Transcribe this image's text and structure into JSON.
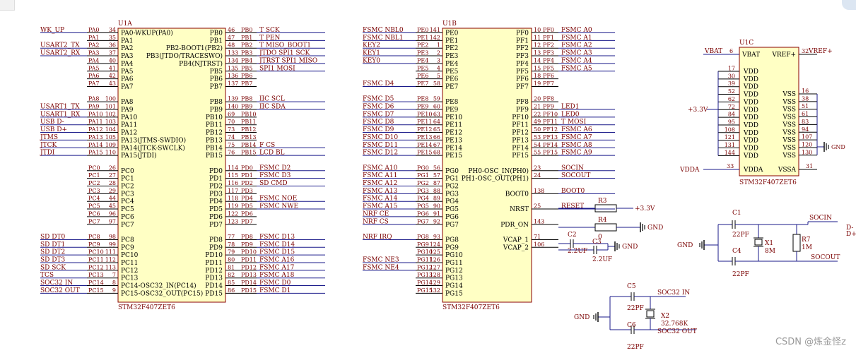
{
  "u1a": {
    "ref": "U1A",
    "part": "STM32F407ZET6",
    "left": [
      {
        "net": "WK_UP",
        "pin": "PA0",
        "num": "34",
        "name": "PA0-WKUP(PA0)"
      },
      {
        "net": "",
        "pin": "PA1",
        "num": "35",
        "name": "PA1"
      },
      {
        "net": "USART2_TX",
        "pin": "PA2",
        "num": "36",
        "name": "PA2"
      },
      {
        "net": "USART2_RX",
        "pin": "PA3",
        "num": "37",
        "name": "PA3"
      },
      {
        "net": "",
        "pin": "PA4",
        "num": "40",
        "name": "PA4"
      },
      {
        "net": "",
        "pin": "PA5",
        "num": "41",
        "name": "PA5"
      },
      {
        "net": "",
        "pin": "PA6",
        "num": "42",
        "name": "PA6"
      },
      {
        "net": "",
        "pin": "PA7",
        "num": "43",
        "name": "PA7"
      },
      null,
      {
        "net": "",
        "pin": "PA8",
        "num": "100",
        "name": "PA8"
      },
      {
        "net": "USART1_TX",
        "pin": "PA9",
        "num": "101",
        "name": "PA9"
      },
      {
        "net": "USART1_RX",
        "pin": "PA10",
        "num": "102",
        "name": "PA10"
      },
      {
        "net": "USB D-",
        "pin": "PA11",
        "num": "103",
        "name": "PA11"
      },
      {
        "net": "USB D+",
        "pin": "PA12",
        "num": "104",
        "name": "PA12"
      },
      {
        "net": "JTMS",
        "pin": "PA13",
        "num": "105",
        "name": "PA13(JTMS-SWDIO)"
      },
      {
        "net": "JTCK",
        "pin": "PA14",
        "num": "109",
        "name": "PA14(JTCK-SWCLK)"
      },
      {
        "net": "JTDI",
        "pin": "PA15",
        "num": "110",
        "name": "PA15(JTDI)"
      },
      null,
      {
        "net": "",
        "pin": "PC0",
        "num": "26",
        "name": "PC0"
      },
      {
        "net": "",
        "pin": "PC1",
        "num": "27",
        "name": "PC1"
      },
      {
        "net": "",
        "pin": "PC2",
        "num": "28",
        "name": "PC2"
      },
      {
        "net": "",
        "pin": "PC3",
        "num": "29",
        "name": "PC3"
      },
      {
        "net": "",
        "pin": "PC4",
        "num": "44",
        "name": "PC4"
      },
      {
        "net": "",
        "pin": "PC5",
        "num": "45",
        "name": "PC5"
      },
      {
        "net": "",
        "pin": "PC6",
        "num": "96",
        "name": "PC6"
      },
      {
        "net": "",
        "pin": "PC7",
        "num": "97",
        "name": "PC7"
      },
      null,
      {
        "net": "SD DT0",
        "pin": "PC8",
        "num": "98",
        "name": "PC8"
      },
      {
        "net": "SD DT1",
        "pin": "PC9",
        "num": "99",
        "name": "PC9"
      },
      {
        "net": "SD DT2",
        "pin": "PC10",
        "num": "111",
        "name": "PC10"
      },
      {
        "net": "SD DT3",
        "pin": "PC11",
        "num": "112",
        "name": "PC11"
      },
      {
        "net": "SD SCK",
        "pin": "PC12",
        "num": "113",
        "name": "PC12"
      },
      {
        "net": "TCS",
        "pin": "PC13",
        "num": "7",
        "name": "PC13"
      },
      {
        "net": "SOC32 IN",
        "pin": "PC14",
        "num": "8",
        "name": "PC14-OSC32_IN(PC14)"
      },
      {
        "net": "SOC32 OUT",
        "pin": "PC15",
        "num": "9",
        "name": "PC15-OSC32_OUT(PC15)"
      }
    ],
    "right": [
      {
        "name": "PB0",
        "num": "46",
        "pin": "PB0",
        "net": "T SCK"
      },
      {
        "name": "PB1",
        "num": "47",
        "pin": "PB1",
        "net": "T PEN"
      },
      {
        "name": "PB2-BOOT1(PB2)",
        "num": "48",
        "pin": "PB2",
        "net": "T MISO_BOOT1"
      },
      {
        "name": "PB3(JTDO/TRACESWO)",
        "num": "133",
        "pin": "PB3",
        "net": "JTDO  SPI1 SCK"
      },
      {
        "name": "PB4(NJTRST)",
        "num": "134",
        "pin": "PB4",
        "net": "JTRST  SPI1 MISO"
      },
      {
        "name": "PB5",
        "num": "135",
        "pin": "PB5",
        "net": "SPI1 MOSI"
      },
      {
        "name": "PB6",
        "num": "136",
        "pin": "PB6",
        "net": ""
      },
      {
        "name": "PB7",
        "num": "137",
        "pin": "PB7",
        "net": ""
      },
      null,
      {
        "name": "PB8",
        "num": "139",
        "pin": "PB8",
        "net": "IIC SCL"
      },
      {
        "name": "PB9",
        "num": "140",
        "pin": "PB9",
        "net": "IIC SDA"
      },
      {
        "name": "PB10",
        "num": "69",
        "pin": "PB10",
        "net": ""
      },
      {
        "name": "PB11",
        "num": "70",
        "pin": "PB11",
        "net": ""
      },
      {
        "name": "PB12",
        "num": "73",
        "pin": "PB12",
        "net": ""
      },
      {
        "name": "PB13",
        "num": "74",
        "pin": "PB13",
        "net": ""
      },
      {
        "name": "PB14",
        "num": "75",
        "pin": "PB14",
        "net": "F CS"
      },
      {
        "name": "PB15",
        "num": "76",
        "pin": "PB15",
        "net": "LCD BL"
      },
      null,
      {
        "name": "PD0",
        "num": "114",
        "pin": "PD0",
        "net": "FSMC D2"
      },
      {
        "name": "PD1",
        "num": "115",
        "pin": "PD1",
        "net": "FSMC D3"
      },
      {
        "name": "PD2",
        "num": "116",
        "pin": "PD2",
        "net": "SD CMD"
      },
      {
        "name": "PD3",
        "num": "117",
        "pin": "PD3",
        "net": ""
      },
      {
        "name": "PD4",
        "num": "118",
        "pin": "PD4",
        "net": "FSMC NOE"
      },
      {
        "name": "PD5",
        "num": "119",
        "pin": "PD5",
        "net": "FSMC NWE"
      },
      {
        "name": "PD6",
        "num": "122",
        "pin": "PD6",
        "net": ""
      },
      {
        "name": "PD7",
        "num": "123",
        "pin": "PD7",
        "net": ""
      },
      null,
      {
        "name": "PD8",
        "num": "77",
        "pin": "PD8",
        "net": "FSMC D13"
      },
      {
        "name": "PD9",
        "num": "78",
        "pin": "PD9",
        "net": "FSMC D14"
      },
      {
        "name": "PD10",
        "num": "79",
        "pin": "PD10",
        "net": "FSMC D15"
      },
      {
        "name": "PD11",
        "num": "80",
        "pin": "PD11",
        "net": "FSMC A16"
      },
      {
        "name": "PD12",
        "num": "81",
        "pin": "PD12",
        "net": "FSMC A17"
      },
      {
        "name": "PD13",
        "num": "82",
        "pin": "PD13",
        "net": "FSMC A18"
      },
      {
        "name": "PD14",
        "num": "85",
        "pin": "PD14",
        "net": "FSMC D0"
      },
      {
        "name": "PD15",
        "num": "86",
        "pin": "PD15",
        "net": "FSMC D1"
      }
    ]
  },
  "u1b": {
    "ref": "U1B",
    "part": "STM32F407ZET6",
    "left": [
      {
        "net": "FSMC NBL0",
        "pin": "PE0",
        "num": "141",
        "name": "PE0"
      },
      {
        "net": "FSMC NBL1",
        "pin": "PE1",
        "num": "142",
        "name": "PE1"
      },
      {
        "net": "KEY2",
        "pin": "PE2",
        "num": "1",
        "name": "PE2"
      },
      {
        "net": "KEY1",
        "pin": "PE3",
        "num": "2",
        "name": "PE3"
      },
      {
        "net": "KEY0",
        "pin": "PE4",
        "num": "3",
        "name": "PE4"
      },
      {
        "net": "",
        "pin": "PE5",
        "num": "4",
        "name": "PE5"
      },
      {
        "net": "",
        "pin": "PE6",
        "num": "5",
        "name": "PE6"
      },
      {
        "net": "FSMC D4",
        "pin": "PE7",
        "num": "58",
        "name": "PE7"
      },
      null,
      {
        "net": "FSMC D5",
        "pin": "PE8",
        "num": "59",
        "name": "PE8"
      },
      {
        "net": "FSMC D6",
        "pin": "PE9",
        "num": "60",
        "name": "PE9"
      },
      {
        "net": "FSMC D7",
        "pin": "PE10",
        "num": "63",
        "name": "PE10"
      },
      {
        "net": "FSMC D8",
        "pin": "PE11",
        "num": "64",
        "name": "PE11"
      },
      {
        "net": "FSMC D9",
        "pin": "PE12",
        "num": "65",
        "name": "PE12"
      },
      {
        "net": "FSMC D10",
        "pin": "PE13",
        "num": "66",
        "name": "PE13"
      },
      {
        "net": "FSMC D11",
        "pin": "PE14",
        "num": "67",
        "name": "PE14"
      },
      {
        "net": "FSMC D12",
        "pin": "PE15",
        "num": "68",
        "name": "PE15"
      },
      null,
      {
        "net": "FSMC A10",
        "pin": "PG0",
        "num": "56",
        "name": "PG0"
      },
      {
        "net": "FSMC A11",
        "pin": "PG1",
        "num": "57",
        "name": "PG1"
      },
      {
        "net": "FSMC A12",
        "pin": "PG2",
        "num": "87",
        "name": "PG2"
      },
      {
        "net": "FSMC A13",
        "pin": "PG3",
        "num": "88",
        "name": "PG3"
      },
      {
        "net": "FSMC A14",
        "pin": "PG4",
        "num": "89",
        "name": "PG4"
      },
      {
        "net": "FSMC A15",
        "pin": "PG5",
        "num": "90",
        "name": "PG5"
      },
      {
        "net": "NRF CE",
        "pin": "PG6",
        "num": "91",
        "name": "PG6"
      },
      {
        "net": "NRF CS",
        "pin": "PG7",
        "num": "92",
        "name": "PG7"
      },
      null,
      {
        "net": "NRF IRQ",
        "pin": "PG8",
        "num": "93",
        "name": "PG8"
      },
      {
        "net": "",
        "pin": "PG9",
        "num": "124",
        "name": "PG9"
      },
      {
        "net": "",
        "pin": "PG10",
        "num": "125",
        "name": "PG10"
      },
      {
        "net": "FSMC NE3",
        "pin": "PG11",
        "num": "126",
        "name": "PG11"
      },
      {
        "net": "FSMC NE4",
        "pin": "PG12",
        "num": "127",
        "name": "PG12"
      },
      {
        "net": "",
        "pin": "PG13",
        "num": "128",
        "name": "PG13"
      },
      {
        "net": "",
        "pin": "PG14",
        "num": "129",
        "name": "PG14"
      },
      {
        "net": "",
        "pin": "PG15",
        "num": "132",
        "name": "PG15"
      }
    ],
    "right": [
      {
        "name": "PF0",
        "num": "10",
        "pin": "PF0",
        "net": "FSMC A0"
      },
      {
        "name": "PF1",
        "num": "11",
        "pin": "PF1",
        "net": "FSMC A1"
      },
      {
        "name": "PF2",
        "num": "12",
        "pin": "PF2",
        "net": "FSMC A2"
      },
      {
        "name": "PF3",
        "num": "13",
        "pin": "PF3",
        "net": "FSMC A3"
      },
      {
        "name": "PF4",
        "num": "14",
        "pin": "PF4",
        "net": "FSMC A4"
      },
      {
        "name": "PF5",
        "num": "15",
        "pin": "PF5",
        "net": "FSMC A5"
      },
      {
        "name": "PF6",
        "num": "18",
        "pin": "PF6",
        "net": ""
      },
      {
        "name": "PF7",
        "num": "19",
        "pin": "PF7",
        "net": ""
      },
      null,
      {
        "name": "PF8",
        "num": "20",
        "pin": "PF8",
        "net": ""
      },
      {
        "name": "PF9",
        "num": "21",
        "pin": "PF9",
        "net": "LED1"
      },
      {
        "name": "PF10",
        "num": "22",
        "pin": "PF10",
        "net": "LED0"
      },
      {
        "name": "PF11",
        "num": "49",
        "pin": "PF11",
        "net": "T MOSI"
      },
      {
        "name": "PF12",
        "num": "50",
        "pin": "PF12",
        "net": "FSMC A6"
      },
      {
        "name": "PF13",
        "num": "53",
        "pin": "PF13",
        "net": "FSMC A7"
      },
      {
        "name": "PF14",
        "num": "54",
        "pin": "PF14",
        "net": "FSMC A8"
      },
      {
        "name": "PF15",
        "num": "55",
        "pin": "PF15",
        "net": "FSMC A9"
      },
      null,
      {
        "name": "PH0-OSC_IN(PH0)",
        "num": "23",
        "pin": "",
        "net": "SOCIN"
      },
      {
        "name": "PH1-OSC_OUT(PH1)",
        "num": "24",
        "pin": "",
        "net": "SOCOUT"
      },
      null,
      {
        "name": "BOOT0",
        "num": "138",
        "pin": "",
        "net": "BOOT0"
      },
      null,
      {
        "name": "NRST",
        "num": "25",
        "pin": "",
        "net": "RESET"
      },
      null,
      {
        "name": "PDR_ON",
        "num": "143",
        "pin": "",
        "net": ""
      },
      null,
      {
        "name": "VCAP_1",
        "num": "71",
        "pin": "",
        "net": ""
      },
      {
        "name": "VCAP_2",
        "num": "106",
        "pin": "",
        "net": ""
      }
    ]
  },
  "u1c": {
    "ref": "U1C",
    "part": "STM32F407ZET6",
    "vbat": {
      "net": "VBAT",
      "num": "6",
      "name": "VBAT"
    },
    "vref": {
      "net": "VREF+",
      "num": "32",
      "name": "VREF+"
    },
    "vdd_nums": [
      "17",
      "30",
      "39",
      "52",
      "62",
      "72",
      "84",
      "95",
      "108",
      "121",
      "131",
      "144"
    ],
    "vdd_name": "VDD",
    "vss_nums": [
      "16",
      "38",
      "51",
      "61",
      "83",
      "94",
      "107",
      "120",
      "130"
    ],
    "vss_name": "VSS",
    "vdda": {
      "net": "VDDA",
      "num": "33",
      "name": "VDDA"
    },
    "vssa": {
      "num": "31",
      "name": "VSSA"
    },
    "supply": "+3.3V",
    "gnd": "GND"
  },
  "passives": {
    "r3": {
      "ref": "R3",
      "value": "",
      "net": "+3.3V"
    },
    "r4": {
      "ref": "R4",
      "value": "0",
      "net": "GND"
    },
    "c2": {
      "ref": "C2",
      "value": "2.2UF"
    },
    "c3": {
      "ref": "C3",
      "value": "2.2UF"
    },
    "vcap_gnd": "GND",
    "c1": {
      "ref": "C1",
      "value": "22PF"
    },
    "c4": {
      "ref": "C4",
      "value": "22PF"
    },
    "x1": {
      "ref": "X1",
      "value": "8M"
    },
    "r7": {
      "ref": "R7",
      "value": "1M"
    },
    "hse_in": "SOCIN",
    "hse_out": "SOCOUT",
    "hse_gnd": "GND",
    "c5": {
      "ref": "C5",
      "value": "22PF"
    },
    "c6": {
      "ref": "C6",
      "value": "22PF"
    },
    "x2": {
      "ref": "X2",
      "value": "32.768K"
    },
    "lse_in": "SOC32 IN",
    "lse_out": "SOC32 OUT",
    "lse_gnd": "GND",
    "edge": [
      "D-",
      "D+"
    ]
  },
  "watermark": "CSDN @炼金怪z",
  "colors": {
    "wire": "#1a1a8a",
    "text": "#7a0000",
    "body": "#ffffc4",
    "outline": "#8a0000",
    "pinline": "#000000"
  }
}
